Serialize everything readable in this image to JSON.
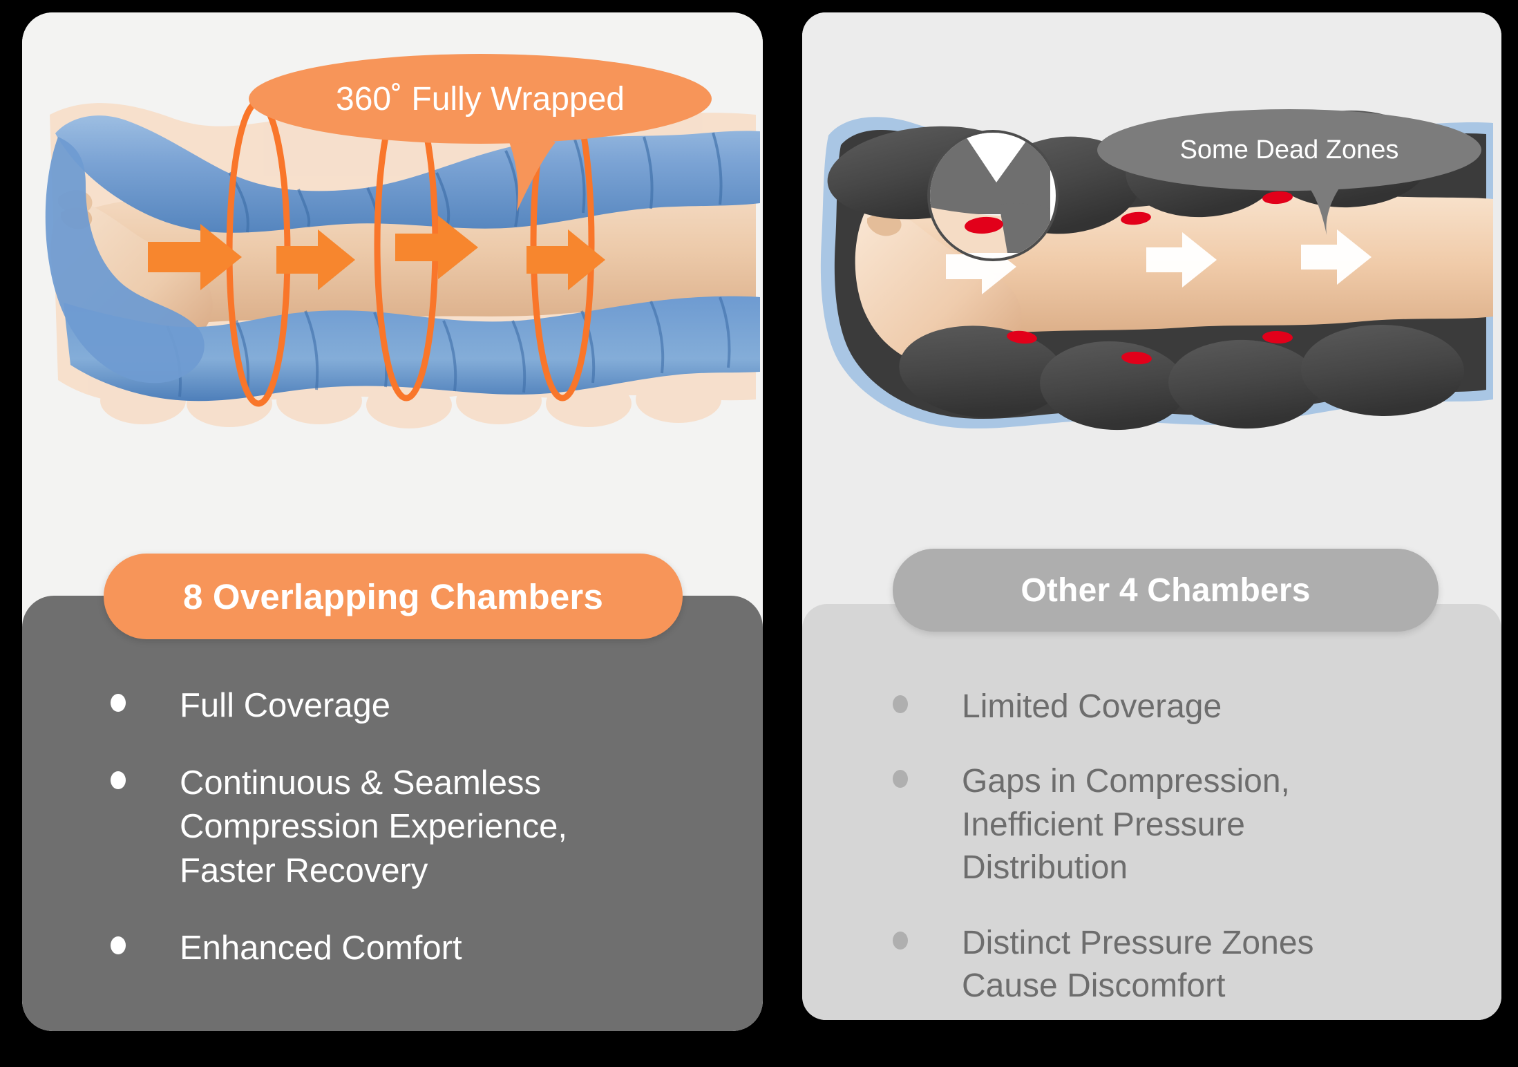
{
  "background_color": "#000000",
  "left_card": {
    "name": "advanced-8-chamber-card",
    "surface_color": "#F3F3F2",
    "panel_color": "#6F6F6F",
    "accent_color": "#F79559",
    "bubble": {
      "label": "360˚ Fully Wrapped",
      "color": "#F79559",
      "text_color": "#FFFFFF"
    },
    "title_pill": {
      "label": "8 Overlapping Chambers",
      "color": "#F79559",
      "text_color": "#FFFFFF"
    },
    "bullets": [
      {
        "text": "Full Coverage"
      },
      {
        "text": "Continuous & Seamless\nCompression Experience,\nFaster Recovery"
      },
      {
        "text": "Enhanced Comfort"
      }
    ],
    "illustration": {
      "name": "leg-with-blue-wrap-illustration",
      "arrow_count": 4,
      "arrow_color": "#F7862E",
      "ring_count": 3,
      "ring_color": "#F9762A",
      "wrap_color": "#6E9BD1",
      "skin_color": "#E9C3A3",
      "halo_color": "#F7DCC6"
    }
  },
  "right_card": {
    "name": "other-4-chamber-card",
    "surface_color": "#ECECEC",
    "panel_color": "#D6D6D6",
    "accent_color": "#AEAEAE",
    "bubble": {
      "label": "Some Dead Zones",
      "color": "#7C7C7C",
      "text_color": "#FFFFFF"
    },
    "title_pill": {
      "label": "Other 4 Chambers",
      "color": "#AEAEAE",
      "text_color": "#FFFFFF"
    },
    "bullets": [
      {
        "text": "Limited Coverage"
      },
      {
        "text": "Gaps in Compression,\nInefficient Pressure\nDistribution"
      },
      {
        "text": "Distinct Pressure Zones\nCause Discomfort"
      }
    ],
    "illustration": {
      "name": "leg-with-gray-chambers-illustration",
      "arrow_count": 3,
      "arrow_color": "#FFFFFF",
      "chamber_count": 8,
      "chamber_color": "#4A4A4A",
      "dead_zone_color": "#E2001A",
      "outline_color": "#A9C6E4",
      "skin_color": "#EFC9A8"
    },
    "magnifier": {
      "name": "dead-zone-magnifier",
      "border_color": "#4C4C4C",
      "gap_color": "#FFFFFF",
      "chamber_color": "#6F6F6F",
      "dead_zone_color": "#E2001A"
    }
  }
}
